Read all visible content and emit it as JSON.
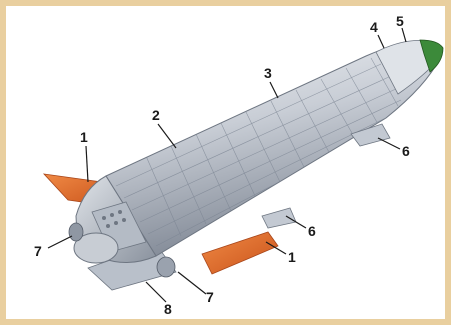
{
  "figure": {
    "subject": "spacecraft-illustration",
    "colors": {
      "frame": "#e9cf9f",
      "panel": "#ffffff",
      "hull": "#c9ced6",
      "hull_dark": "#8e96a3",
      "hull_light": "#eef1f5",
      "tiles": "#7c8593",
      "fins": "#e86a2a",
      "fins_dark": "#c9521a",
      "nose_green": "#3c8a3a",
      "label_text": "#1a1a1a"
    },
    "callouts": [
      {
        "id": "c1a",
        "text": "1"
      },
      {
        "id": "c1b",
        "text": "1"
      },
      {
        "id": "c2",
        "text": "2"
      },
      {
        "id": "c3",
        "text": "3"
      },
      {
        "id": "c4",
        "text": "4"
      },
      {
        "id": "c5",
        "text": "5"
      },
      {
        "id": "c6a",
        "text": "6"
      },
      {
        "id": "c6b",
        "text": "6"
      },
      {
        "id": "c7a",
        "text": "7"
      },
      {
        "id": "c7b",
        "text": "7"
      },
      {
        "id": "c8",
        "text": "8"
      }
    ]
  }
}
